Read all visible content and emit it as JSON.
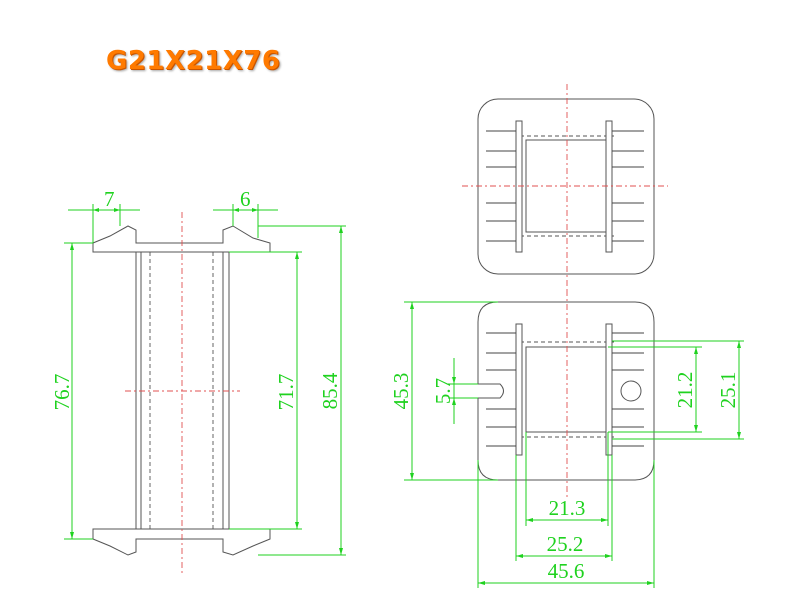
{
  "title": "G21X21X76",
  "dims": {
    "side_left_flange_width": "7",
    "side_right_flange_width": "6",
    "side_inner_height": "76.7",
    "side_winding_height": "71.7",
    "side_overall_height": "85.4",
    "bottom_overall_height": "45.3",
    "bottom_slot_width": "5.7",
    "bottom_core_height": "21.2",
    "bottom_outer_core_height": "25.1",
    "bottom_core_width": "21.3",
    "bottom_outer_core_width": "25.2",
    "bottom_overall_width": "45.6"
  },
  "colors": {
    "title": "#ff7a00",
    "dimension": "#1fd21f",
    "centerline": "#e05050",
    "outline": "#555555"
  }
}
